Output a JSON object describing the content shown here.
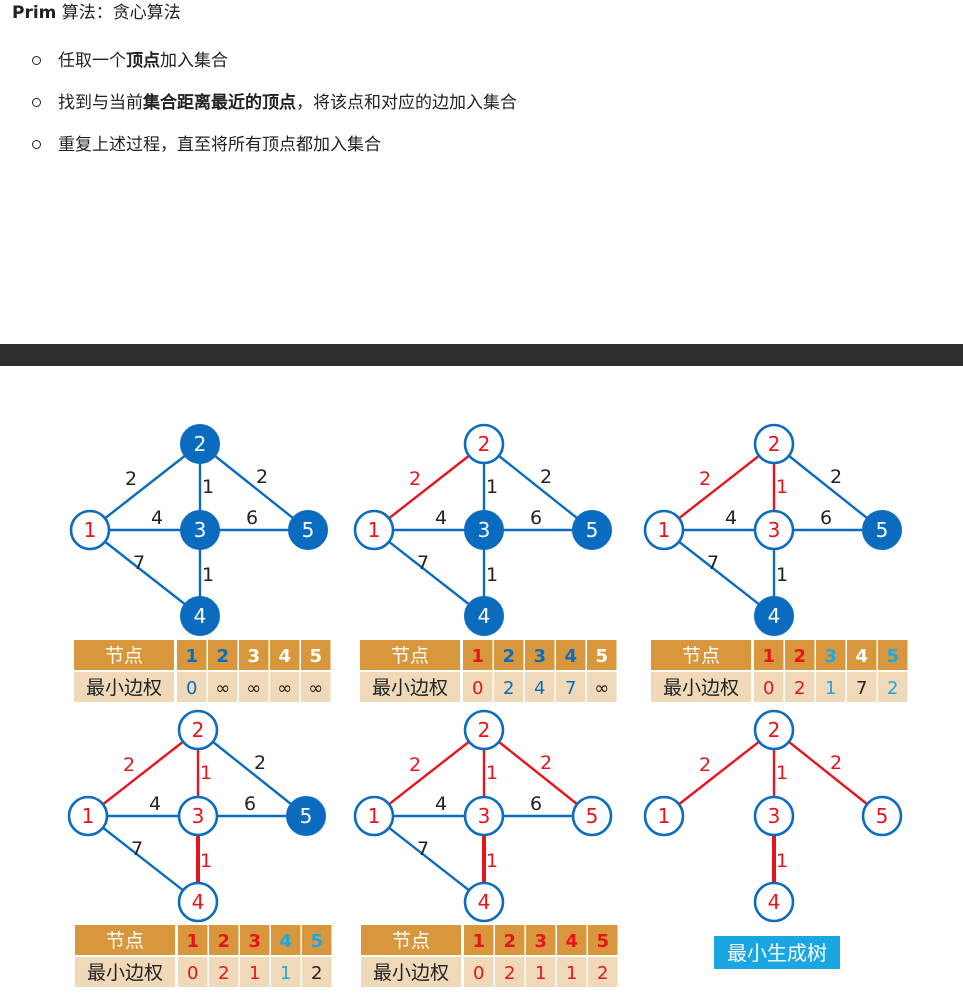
{
  "intro": {
    "title_bold": "Prim",
    "title_rest": " 算法：贪心算法",
    "bullets": [
      [
        {
          "t": "任取一个",
          "b": false
        },
        {
          "t": "顶点",
          "b": true
        },
        {
          "t": "加入集合",
          "b": false
        }
      ],
      [
        {
          "t": "找到与当前",
          "b": false
        },
        {
          "t": "集合距离最近的顶点",
          "b": true
        },
        {
          "t": "，将该点和对应的边加入集合",
          "b": false
        }
      ],
      [
        {
          "t": "重复上述过程，直至将所有顶点都加入集合",
          "b": false
        }
      ]
    ]
  },
  "figure": {
    "colors": {
      "blue": "#0b6cbf",
      "red": "#e8141b",
      "light_blue": "#1fa8e0",
      "header_gold": "#d8973c",
      "row_tan": "#f0d9b8",
      "dark": "#222222",
      "tag_bg": "#1aa6e3"
    },
    "vertices": [
      "1",
      "2",
      "3",
      "4",
      "5"
    ],
    "edges": [
      {
        "a": "1",
        "b": "2",
        "w": "2"
      },
      {
        "a": "2",
        "b": "5",
        "w": "2"
      },
      {
        "a": "2",
        "b": "3",
        "w": "1"
      },
      {
        "a": "1",
        "b": "3",
        "w": "4"
      },
      {
        "a": "3",
        "b": "5",
        "w": "6"
      },
      {
        "a": "1",
        "b": "4",
        "w": "7"
      },
      {
        "a": "3",
        "b": "4",
        "w": "1"
      }
    ],
    "table_labels": {
      "node": "节点",
      "min_weight": "最小边权"
    },
    "final_tag": "最小生成树",
    "steps": [
      {
        "nodes": {
          "1": "open",
          "2": "filled",
          "3": "filled",
          "4": "filled",
          "5": "filled"
        },
        "red_edges": [],
        "hidden_edges": [],
        "header_colors": [
          "blue",
          "blue",
          "light",
          "light",
          "light"
        ],
        "values": [
          "0",
          "∞",
          "∞",
          "∞",
          "∞"
        ],
        "value_colors": [
          "blue",
          "dark",
          "dark",
          "dark",
          "dark"
        ]
      },
      {
        "nodes": {
          "1": "open",
          "2": "open",
          "3": "filled",
          "4": "filled",
          "5": "filled"
        },
        "red_edges": [
          "1-2"
        ],
        "hidden_edges": [],
        "header_colors": [
          "red",
          "blue",
          "blue",
          "blue",
          "light"
        ],
        "values": [
          "0",
          "2",
          "4",
          "7",
          "∞"
        ],
        "value_colors": [
          "red",
          "blue",
          "blue",
          "blue",
          "dark"
        ]
      },
      {
        "nodes": {
          "1": "open",
          "2": "open",
          "3": "open",
          "4": "filled",
          "5": "filled"
        },
        "red_edges": [
          "1-2",
          "2-3"
        ],
        "hidden_edges": [],
        "header_colors": [
          "red",
          "red",
          "lblue",
          "light",
          "lblue"
        ],
        "values": [
          "0",
          "2",
          "1",
          "7",
          "2"
        ],
        "value_colors": [
          "red",
          "red",
          "lblue",
          "dark",
          "lblue"
        ]
      },
      {
        "nodes": {
          "1": "open",
          "2": "open",
          "3": "open",
          "4": "open",
          "5": "filled"
        },
        "red_edges": [
          "1-2",
          "2-3",
          "3-4"
        ],
        "hidden_edges": [],
        "header_colors": [
          "red",
          "red",
          "red",
          "lblue",
          "lblue"
        ],
        "values": [
          "0",
          "2",
          "1",
          "1",
          "2"
        ],
        "value_colors": [
          "red",
          "red",
          "red",
          "lblue",
          "dark"
        ]
      },
      {
        "nodes": {
          "1": "open",
          "2": "open",
          "3": "open",
          "4": "open",
          "5": "open"
        },
        "red_edges": [
          "1-2",
          "2-3",
          "3-4",
          "2-5"
        ],
        "hidden_edges": [],
        "header_colors": [
          "red",
          "red",
          "red",
          "red",
          "red"
        ],
        "values": [
          "0",
          "2",
          "1",
          "1",
          "2"
        ],
        "value_colors": [
          "red",
          "red",
          "red",
          "red",
          "red"
        ]
      },
      {
        "nodes": {
          "1": "open",
          "2": "open",
          "3": "open",
          "4": "open",
          "5": "open"
        },
        "red_edges": [
          "1-2",
          "2-3",
          "3-4",
          "2-5"
        ],
        "hidden_edges": [
          "1-3",
          "3-5",
          "1-4"
        ],
        "final": true
      }
    ]
  }
}
